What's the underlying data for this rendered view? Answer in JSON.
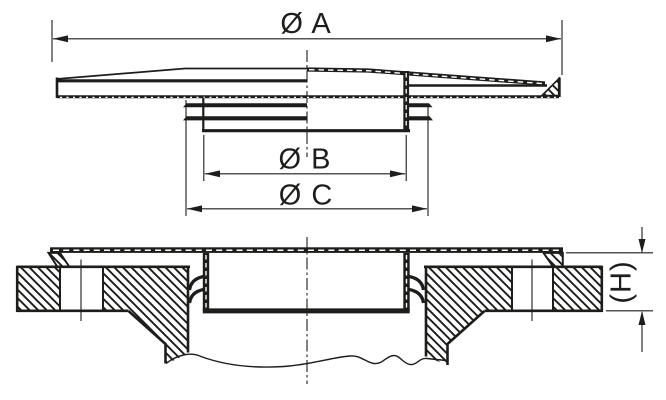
{
  "page": {
    "background_color": "#ffffff"
  },
  "drawing": {
    "kind": "technical-section-drawing",
    "line_color": "#1d1d1b",
    "views": {
      "top": "side-elevation-of-cap",
      "bottom": "installed-cross-section"
    },
    "dimensions": {
      "diameter_a": "Ø A",
      "diameter_b": "Ø B",
      "diameter_c": "Ø C",
      "installed_height": "(H)"
    }
  }
}
